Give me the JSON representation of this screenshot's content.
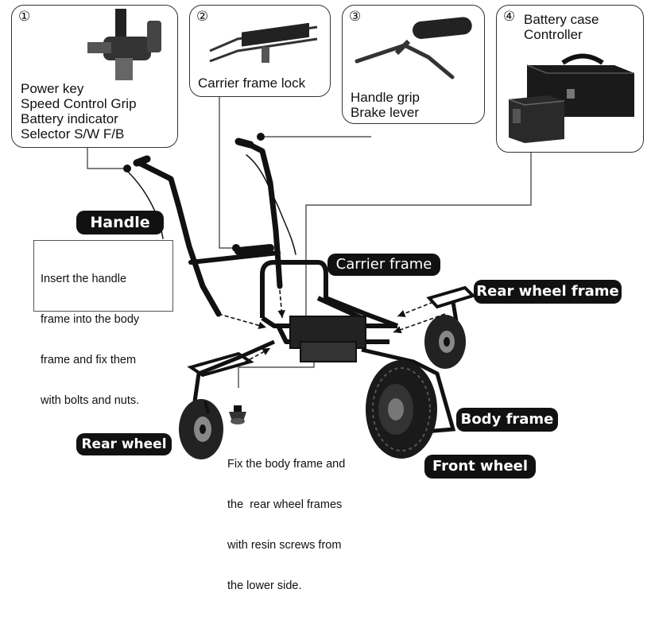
{
  "callouts": [
    {
      "number": "①",
      "lines": [
        "Power key",
        "Speed Control Grip",
        "Battery indicator",
        "Selector S/W F/B"
      ],
      "icon": "speed-control-grip-icon"
    },
    {
      "number": "②",
      "lines": [
        "Carrier frame lock"
      ],
      "icon": "carrier-lock-icon"
    },
    {
      "number": "③",
      "lines": [
        "Handle grip",
        "Brake lever"
      ],
      "icon": "brake-lever-icon"
    },
    {
      "number": "④",
      "lines": [
        "Battery case",
        "Controller"
      ],
      "icon": "battery-case-icon"
    }
  ],
  "labels": {
    "handle": "Handle",
    "carrier_frame": "Carrier frame",
    "rear_wheel_frame": "Rear wheel frame",
    "body_frame": "Body frame",
    "front_wheel": "Front wheel",
    "rear_wheel": "Rear wheel"
  },
  "notes": {
    "handle_note": [
      "Insert the handle",
      "frame into the body",
      "frame and fix them",
      "with bolts and nuts."
    ],
    "screw_note": [
      "Fix the body frame and",
      "the  rear wheel frames",
      "with resin screws from",
      "the lower side."
    ]
  },
  "colors": {
    "ink": "#111111",
    "pill_bg": "#111111",
    "pill_text": "#ffffff",
    "box_border": "#333333"
  }
}
